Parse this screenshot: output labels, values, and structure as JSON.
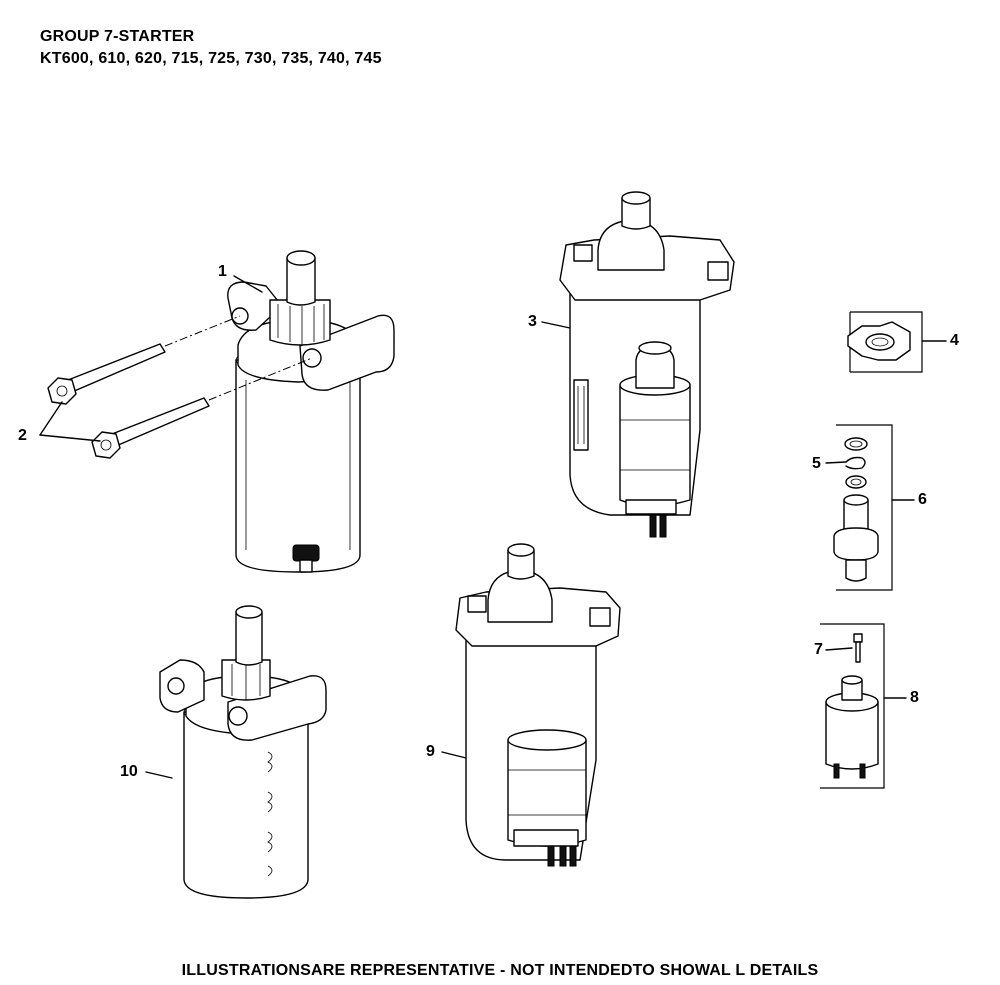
{
  "header": {
    "title": "GROUP 7-STARTER",
    "models": "KT600, 610, 620, 715, 725, 730, 735, 740, 745"
  },
  "callouts": [
    "1",
    "2",
    "3",
    "4",
    "5",
    "6",
    "7",
    "8",
    "9",
    "10"
  ],
  "footer": {
    "disclaimer": "ILLUSTRATIONSARE REPRESENTATIVE - NOT INTENDEDTO SHOWAL L DETAILS"
  }
}
